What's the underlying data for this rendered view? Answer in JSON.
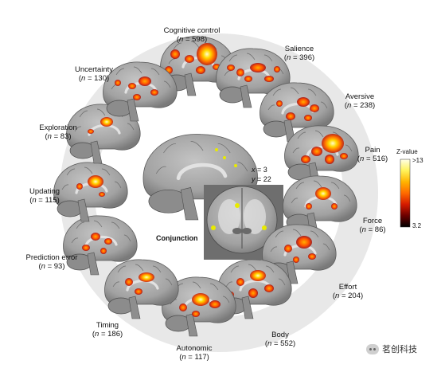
{
  "networks": [
    {
      "name": "Cognitive control",
      "n": "598"
    },
    {
      "name": "Salience",
      "n": "396"
    },
    {
      "name": "Aversive",
      "n": "238"
    },
    {
      "name": "Pain",
      "n": "516"
    },
    {
      "name": "Force",
      "n": "86"
    },
    {
      "name": "Effort",
      "n": "204"
    },
    {
      "name": "Body",
      "n": "552"
    },
    {
      "name": "Autonomic",
      "n": "117"
    },
    {
      "name": "Timing",
      "n": "186"
    },
    {
      "name": "Prediction error",
      "n": "93"
    },
    {
      "name": "Updating",
      "n": "115"
    },
    {
      "name": "Exploration",
      "n": "83"
    },
    {
      "name": "Uncertainty",
      "n": "130"
    }
  ],
  "n_prefix": "n",
  "n_equals": " = ",
  "center": {
    "label": "Conjunction",
    "x_label": "x",
    "x_value": "3",
    "y_label": "y",
    "y_value": "22"
  },
  "colorbar": {
    "title": "Z-value",
    "max_label": ">13",
    "min_label": "3.2",
    "colors": [
      "#ffffe8",
      "#fff35a",
      "#ffb400",
      "#ff6a00",
      "#d41a00",
      "#6a0000",
      "#000000"
    ]
  },
  "watermark": {
    "text": "茗创科技",
    "icon": "wechat-icon"
  },
  "colors": {
    "ring": "#e8e8e8",
    "brain": "#a9a9a9",
    "brain_dark": "#5e5e5e",
    "activation_hot": "#ff5a00",
    "activation_bright": "#ffe35a",
    "conjunction": "#e8ea00"
  }
}
